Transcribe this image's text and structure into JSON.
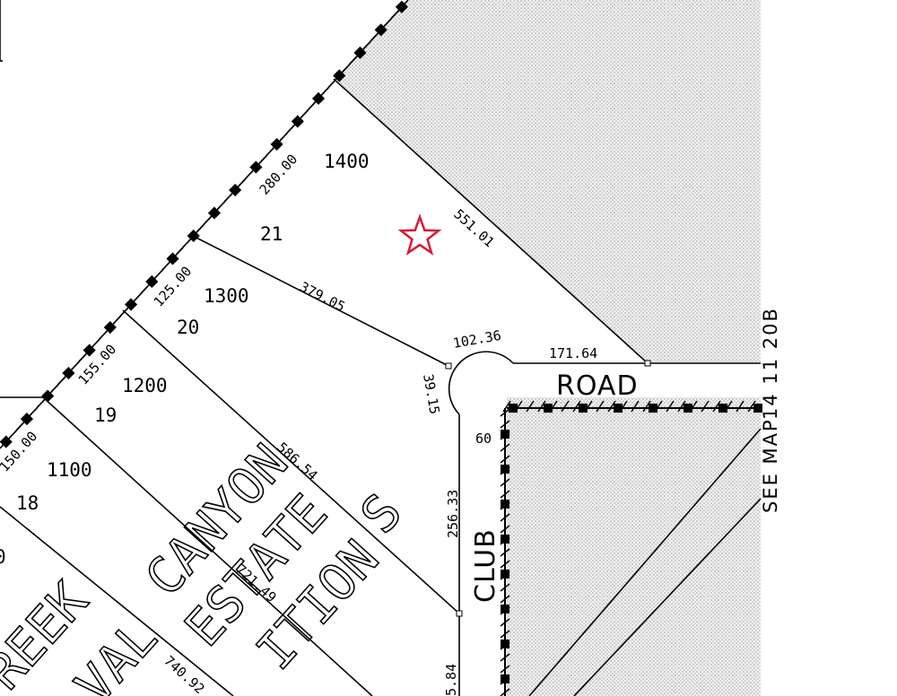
{
  "parcels": [
    {
      "id": "1400",
      "lot": "21"
    },
    {
      "id": "1300",
      "lot": "20"
    },
    {
      "id": "1200",
      "lot": "19"
    },
    {
      "id": "1100",
      "lot": "18"
    },
    {
      "id": "0",
      "lot": ""
    }
  ],
  "dimensions": {
    "d280": "280.00",
    "d125": "125.00",
    "d155": "155.00",
    "d150": "150.00",
    "d551": "551.01",
    "d379": "379.05",
    "d586": "586.54",
    "d721": "721.49",
    "d740": "740.92",
    "d102": "102.36",
    "d171": "171.64",
    "d39": "39.15",
    "d256": "256.33",
    "d60": "60",
    "d584": "5.84"
  },
  "streets": {
    "road": "ROAD",
    "club": "CLUB"
  },
  "subdivision": {
    "line1": "CANYON",
    "line2": "ESTATE",
    "line3": "ITION",
    "line4": "REEK",
    "line5": "VAL",
    "suffix": "S"
  },
  "map_reference": {
    "left": "SEE MAP",
    "right": "14 11 20B"
  },
  "marker": {
    "icon": "star-icon",
    "color": "#d4203a"
  },
  "colors": {
    "shaded": "#dcdcdc"
  }
}
